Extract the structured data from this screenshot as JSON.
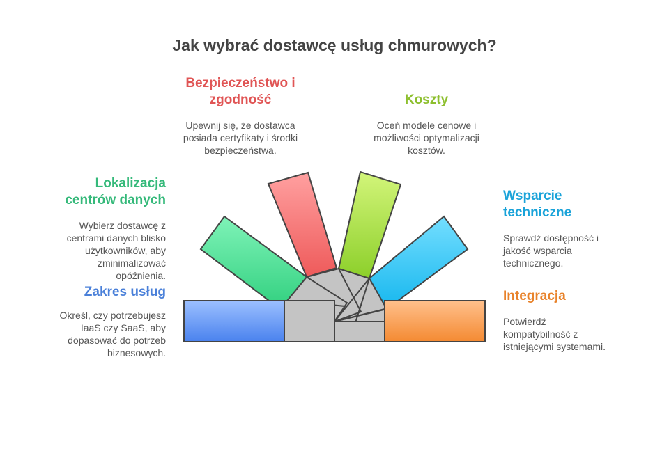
{
  "title": "Jak wybrać dostawcę usług chmurowych?",
  "colors": {
    "security": "#e05555",
    "costs": "#8dbf2e",
    "location": "#35b97a",
    "support": "#1aa3d9",
    "scope": "#4a80d9",
    "integration": "#e8822a"
  },
  "sections": {
    "security": {
      "heading": "Bezpieczeństwo i\nzgodność",
      "description": "Upewnij się, że dostawca\nposiada certyfikaty i środki\nbezpieczeństwa."
    },
    "costs": {
      "heading": "Koszty",
      "description": "Oceń modele cenowe i\nmożliwości optymalizacji\nkosztów."
    },
    "location": {
      "heading": "Lokalizacja\ncentrów danych",
      "description": "Wybierz dostawcę z\ncentrami danych blisko\nużytkowników, aby\nzminimalizować\nopóźnienia."
    },
    "support": {
      "heading": "Wsparcie\ntechniczne",
      "description": "Sprawdź dostępność i\njakość wsparcia\ntechnicznego."
    },
    "scope": {
      "heading": "Zakres usług",
      "description": "Określ, czy potrzebujesz\nIaaS czy SaaS, aby\ndopasować do potrzeb\nbiznesowych."
    },
    "integration": {
      "heading": "Integracja",
      "description": "Potwierdź\nkompatybilność z\nistniejącymi systemami."
    }
  }
}
